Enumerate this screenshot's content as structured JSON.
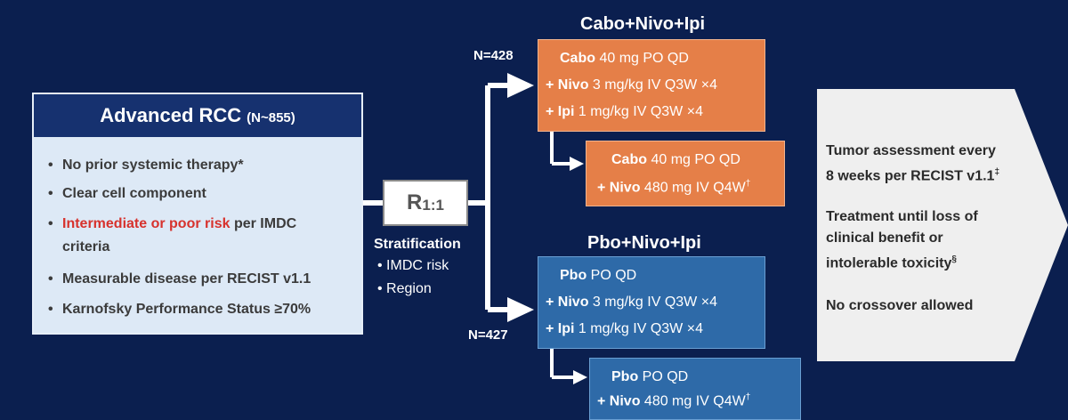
{
  "eligibility": {
    "title": "Advanced RCC",
    "n": "(N~855)",
    "criteria": [
      {
        "bullet": "•",
        "text": "No prior systemic therapy*"
      },
      {
        "bullet": "•",
        "text": "Clear cell component"
      },
      {
        "bullet": "•",
        "highlight": "Intermediate or poor risk",
        "rest": " per IMDC",
        "cont": "criteria"
      },
      {
        "bullet": "•",
        "text": "Measurable disease per RECIST v1.1"
      },
      {
        "bullet": "•",
        "text": "Karnofsky Performance Status ≥70%"
      }
    ]
  },
  "randomization": {
    "label": "R",
    "ratio": "1:1"
  },
  "stratification": {
    "title": "Stratification",
    "items": [
      "• IMDC risk",
      "• Region"
    ]
  },
  "arm_a": {
    "title": "Cabo+Nivo+Ipi",
    "n": "N=428",
    "induction": [
      {
        "prefix": "",
        "drug": "Cabo",
        "dose": " 40 mg PO QD"
      },
      {
        "prefix": "+ ",
        "drug": "Nivo",
        "dose": " 3 mg/kg IV Q3W ×4"
      },
      {
        "prefix": "+ ",
        "drug": "Ipi",
        "dose": " 1 mg/kg IV Q3W ×4"
      }
    ],
    "maintenance": [
      {
        "prefix": "",
        "drug": "Cabo",
        "dose": " 40 mg PO QD"
      },
      {
        "prefix": "+ ",
        "drug": "Nivo",
        "dose": " 480 mg IV Q4W",
        "sup": "†"
      }
    ]
  },
  "arm_b": {
    "title": "Pbo+Nivo+Ipi",
    "n": "N=427",
    "induction": [
      {
        "prefix": "",
        "drug": "Pbo",
        "dose": " PO QD"
      },
      {
        "prefix": "+ ",
        "drug": "Nivo",
        "dose": " 3 mg/kg IV Q3W ×4"
      },
      {
        "prefix": "+ ",
        "drug": "Ipi",
        "dose": " 1 mg/kg IV Q3W ×4"
      }
    ],
    "maintenance": [
      {
        "prefix": "",
        "drug": "Pbo",
        "dose": " PO QD"
      },
      {
        "prefix": "+ ",
        "drug": "Nivo",
        "dose": " 480 mg IV Q4W",
        "sup": "†"
      }
    ]
  },
  "assessment": {
    "p1": [
      "Tumor assessment every",
      "8 weeks per RECIST v1.1"
    ],
    "p1_sup": "‡",
    "p2": [
      "Treatment until loss of",
      "clinical benefit or",
      "intolerable toxicity"
    ],
    "p2_sup": "§",
    "p3": "No crossover allowed"
  },
  "colors": {
    "background": "#0b1f4f",
    "arm_a": "#e57f48",
    "arm_b": "#2e6aa8",
    "header": "#16316f",
    "highlight": "#d7322d"
  }
}
